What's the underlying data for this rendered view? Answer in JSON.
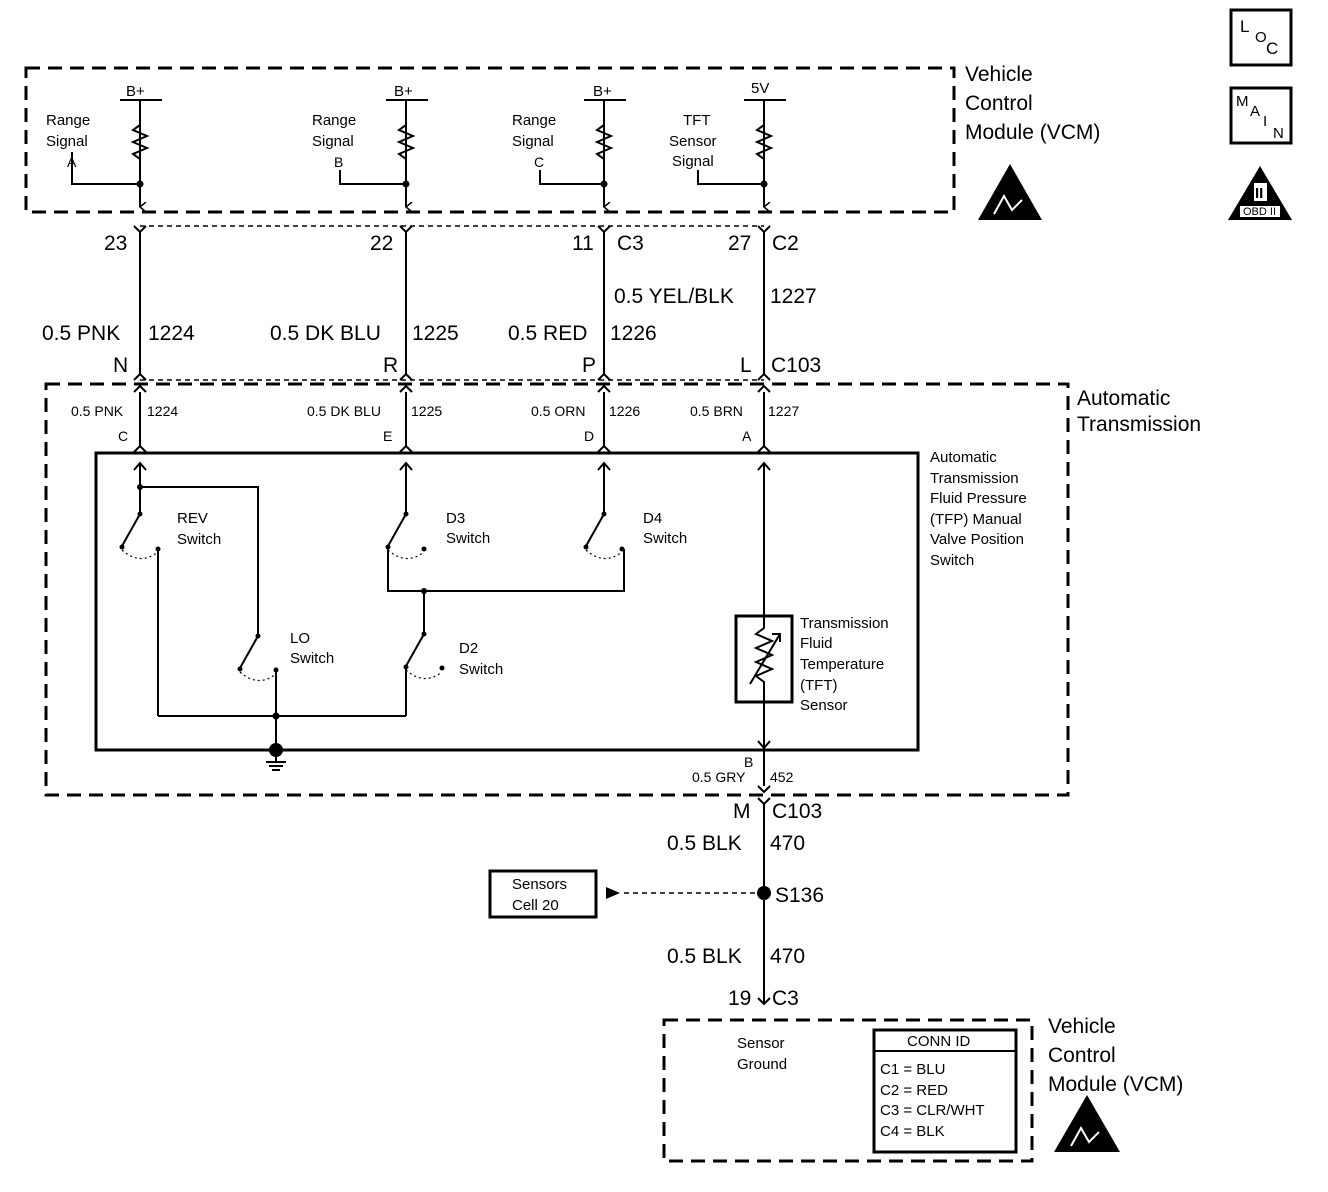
{
  "icons": {
    "loc": [
      "L",
      "O",
      "C"
    ],
    "main": [
      "M",
      "A",
      "I",
      "N"
    ],
    "obd": {
      "numeral": "II",
      "label": "OBD II"
    }
  },
  "vcm_top": {
    "title": [
      "Vehicle",
      "Control",
      "Module (VCM)"
    ],
    "supply_bplus": "B+",
    "supply_5v": "5V",
    "signals": {
      "range_a": [
        "Range",
        "Signal",
        "A"
      ],
      "range_b": [
        "Range",
        "Signal",
        "B"
      ],
      "range_c": [
        "Range",
        "Signal",
        "C"
      ],
      "tft": [
        "TFT",
        "Sensor",
        "Signal"
      ]
    }
  },
  "vcm_pins": {
    "a": "23",
    "b": "22",
    "c": "11",
    "c_conn": "C3",
    "tft": "27",
    "tft_conn": "C2"
  },
  "wires_upper": {
    "a_color": "0.5 PNK",
    "a_circuit": "1224",
    "b_color": "0.5 DK BLU",
    "b_circuit": "1225",
    "c_color": "0.5 RED",
    "c_circuit": "1226",
    "tft_color": "0.5 YEL/BLK",
    "tft_circuit": "1227"
  },
  "c103_pins": {
    "a": "N",
    "b": "R",
    "c": "P",
    "tft": "L",
    "conn": "C103"
  },
  "trans": {
    "title": [
      "Automatic",
      "Transmission"
    ],
    "wires": {
      "a_color": "0.5 PNK",
      "a_circuit": "1224",
      "a_pin": "C",
      "b_color": "0.5 DK BLU",
      "b_circuit": "1225",
      "b_pin": "E",
      "c_color": "0.5 ORN",
      "c_circuit": "1226",
      "c_pin": "D",
      "tft_color": "0.5 BRN",
      "tft_circuit": "1227",
      "tft_pin": "A"
    },
    "tfp_title": [
      "Automatic",
      "Transmission",
      "Fluid Pressure",
      "(TFP) Manual",
      "Valve Position",
      "Switch"
    ],
    "switches": {
      "rev": [
        "REV",
        "Switch"
      ],
      "d3": [
        "D3",
        "Switch"
      ],
      "d4": [
        "D4",
        "Switch"
      ],
      "lo": [
        "LO",
        "Switch"
      ],
      "d2": [
        "D2",
        "Switch"
      ]
    },
    "tft_sensor": [
      "Transmission",
      "Fluid",
      "Temperature",
      "(TFT)",
      "Sensor"
    ],
    "ground_pin": "B",
    "ground_wire_color": "0.5 GRY",
    "ground_wire_circuit": "452"
  },
  "ground_path": {
    "c103_pin": "M",
    "c103": "C103",
    "wire1_color": "0.5 BLK",
    "wire1_circuit": "470",
    "splice": "S136",
    "ref_box": [
      "Sensors",
      "Cell 20"
    ],
    "wire2_color": "0.5 BLK",
    "wire2_circuit": "470",
    "vcm_pin": "19",
    "vcm_conn": "C3"
  },
  "vcm_bottom": {
    "title": [
      "Vehicle",
      "Control",
      "Module (VCM)"
    ],
    "sensor_ground": [
      "Sensor",
      "Ground"
    ],
    "conn_id": {
      "header": "CONN ID",
      "rows": [
        "C1 = BLU",
        "C2 = RED",
        "C3 = CLR/WHT",
        "C4 = BLK"
      ]
    }
  }
}
